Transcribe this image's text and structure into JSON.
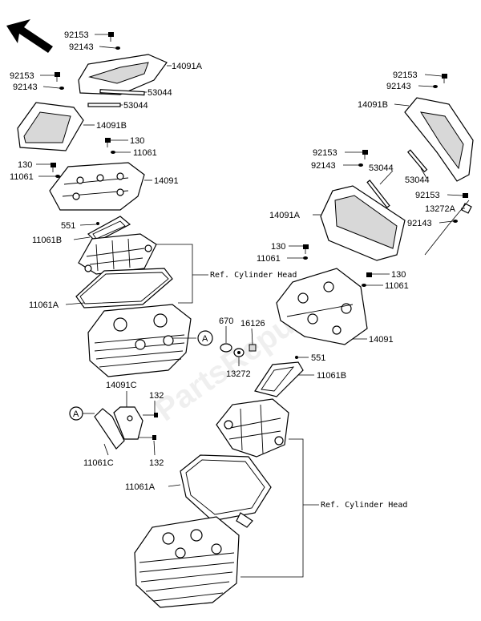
{
  "watermark": "PartsRepublik",
  "refs": {
    "ref_upper": "Ref. Cylinder Head",
    "ref_lower": "Ref. Cylinder Head"
  },
  "callout_a": "A",
  "callout_a2": "A",
  "labels": {
    "l1": "92153",
    "l2": "92143",
    "l3": "14091A",
    "l4": "92153",
    "l5": "92143",
    "l6": "53044",
    "l7": "53044",
    "l8": "14091B",
    "l9": "130",
    "l10": "11061",
    "l11": "130",
    "l12": "11061",
    "l13": "14091",
    "l14": "551",
    "l15": "11061B",
    "l16": "11061A",
    "l17": "670",
    "l18": "16126",
    "l19": "13272",
    "l20": "14091C",
    "l21": "132",
    "l22": "11061C",
    "l23": "132",
    "r1": "92153",
    "r2": "92143",
    "r3": "14091B",
    "r4": "92153",
    "r5": "92143",
    "r6": "53044",
    "r7": "53044",
    "r8": "92153",
    "r9": "13272A",
    "r10": "14091A",
    "r11": "92143",
    "r12": "130",
    "r13": "11061",
    "r14": "130",
    "r15": "11061",
    "r16": "14091",
    "r17": "551",
    "r18": "11061B",
    "r19": "11061A"
  }
}
